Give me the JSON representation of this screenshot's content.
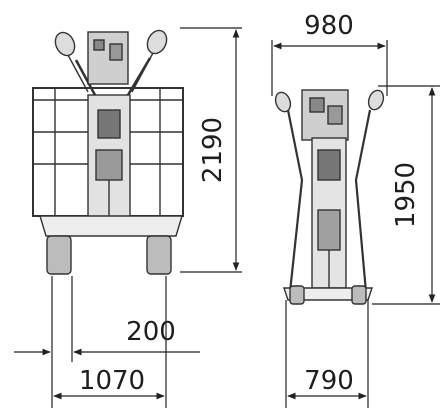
{
  "dimensions": {
    "front_height": "2190",
    "front_width": "1070",
    "front_offset": "200",
    "side_top_width": "980",
    "side_height": "1950",
    "side_bottom_width": "790"
  }
}
